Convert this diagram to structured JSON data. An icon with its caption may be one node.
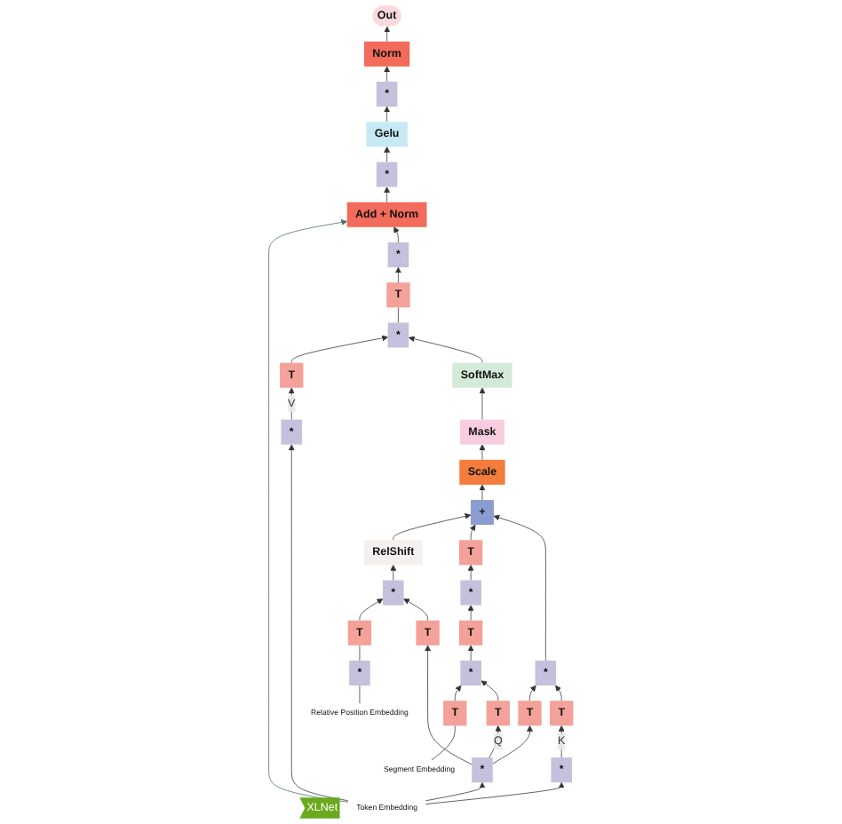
{
  "diagram": {
    "nodes": [
      {
        "text": [
          "Add + Norm"
        ]
      },
      {
        "text": [
          "*"
        ]
      },
      {
        "text": [
          "T"
        ]
      },
      {
        "text": [
          "*"
        ]
      },
      {
        "text": [
          "SoftMax"
        ]
      },
      {
        "text": [
          "Mask"
        ]
      },
      {
        "text": [
          "Scale"
        ]
      },
      {
        "text": [
          "+"
        ]
      },
      {
        "text": [
          "XLNet"
        ]
      },
      {
        "text": [
          "RelShift"
        ]
      },
      {
        "text": [
          "*"
        ]
      },
      {
        "text": [
          "T"
        ]
      },
      {
        "text": [
          "*"
        ]
      },
      {
        "text": [
          "T"
        ]
      },
      {
        "text": [
          "*"
        ]
      },
      {
        "text": [
          "*"
        ]
      },
      {
        "text": [
          "T"
        ]
      },
      {
        "text": [
          "T"
        ]
      },
      {
        "text": [
          "T"
        ]
      },
      {
        "text": [
          "T"
        ]
      },
      {
        "text": [
          "T"
        ]
      },
      {
        "text": [
          "T"
        ]
      },
      {
        "text": [
          "T"
        ]
      },
      {
        "text": [
          "*"
        ]
      },
      {
        "text": [
          "*"
        ]
      },
      {
        "text": [
          "*"
        ]
      },
      {
        "text": [
          "*"
        ]
      },
      {
        "text": [
          "Relative Position Embedding"
        ]
      },
      {
        "text": [
          "Segment Embedding"
        ]
      },
      {
        "text": [
          "Token Embedding"
        ]
      },
      {
        "text": [
          "*"
        ]
      },
      {
        "text": [
          "Gelu"
        ]
      },
      {
        "text": [
          "*"
        ]
      },
      {
        "text": [
          "Norm"
        ]
      },
      {
        "text": [
          "Out"
        ]
      }
    ],
    "edges": [
      {
        "from": 27,
        "to": 23,
        "arrow": "none"
      },
      {
        "from": 23,
        "to": 16,
        "arrow": "none"
      },
      {
        "from": 16,
        "to": 10,
        "arrow": "to"
      },
      {
        "from": 17,
        "to": 10,
        "arrow": "to"
      },
      {
        "from": 10,
        "to": 9,
        "arrow": "to"
      },
      {
        "from": 9,
        "to": 7,
        "arrow": "to"
      },
      {
        "from": 28,
        "to": 18,
        "arrow": "none"
      },
      {
        "from": 18,
        "to": 14,
        "arrow": "to"
      },
      {
        "from": 24,
        "to": 19,
        "arrow": "to",
        "label": "Q"
      },
      {
        "from": 24,
        "to": 17,
        "arrow": "to"
      },
      {
        "from": 24,
        "to": 20,
        "arrow": "to"
      },
      {
        "from": 19,
        "to": 14,
        "arrow": "to"
      },
      {
        "from": 14,
        "to": 13,
        "arrow": "to"
      },
      {
        "from": 13,
        "to": 12,
        "arrow": "to"
      },
      {
        "from": 12,
        "to": 11,
        "arrow": "to"
      },
      {
        "from": 11,
        "to": 7,
        "arrow": "to"
      },
      {
        "from": 20,
        "to": 15,
        "arrow": "to"
      },
      {
        "from": 21,
        "to": 15,
        "arrow": "to"
      },
      {
        "from": 15,
        "to": 7,
        "arrow": "to"
      },
      {
        "from": 25,
        "to": 21,
        "arrow": "to",
        "label": "K"
      },
      {
        "from": 26,
        "to": 22,
        "arrow": "to",
        "label": "V"
      },
      {
        "from": 22,
        "to": 3,
        "arrow": "to"
      },
      {
        "from": 29,
        "to": 24,
        "arrow": "to"
      },
      {
        "from": 29,
        "to": 25,
        "arrow": "to"
      },
      {
        "from": 29,
        "to": 26,
        "arrow": "to"
      },
      {
        "from": 29,
        "to": 0,
        "arrow": "to",
        "color": "#4f6e64"
      },
      {
        "from": 7,
        "to": 6,
        "arrow": "to"
      },
      {
        "from": 6,
        "to": 5,
        "arrow": "to"
      },
      {
        "from": 5,
        "to": 4,
        "arrow": "to"
      },
      {
        "from": 4,
        "to": 3,
        "arrow": "to"
      },
      {
        "from": 3,
        "to": 2,
        "arrow": "none"
      },
      {
        "from": 2,
        "to": 1,
        "arrow": "to"
      },
      {
        "from": 1,
        "to": 0,
        "arrow": "to"
      },
      {
        "from": 0,
        "to": 30,
        "arrow": "to"
      },
      {
        "from": 30,
        "to": 31,
        "arrow": "to"
      },
      {
        "from": 31,
        "to": 32,
        "arrow": "to"
      },
      {
        "from": 32,
        "to": 33,
        "arrow": "to"
      },
      {
        "from": 33,
        "to": 34,
        "arrow": "to"
      }
    ]
  }
}
